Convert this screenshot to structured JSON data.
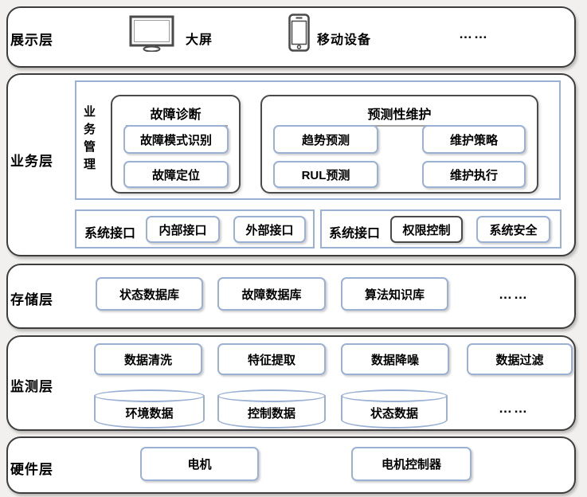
{
  "colors": {
    "layer_border": "#3d3d3d",
    "box_border": "#9bb1d4",
    "dark_box_border": "#4a4a4a",
    "group_border": "#4a4a4a",
    "underline": "#a3a3a3",
    "text": "#000000",
    "background": "#ffffff"
  },
  "ellipsis": "……",
  "layers": {
    "presentation": {
      "label": "展示层",
      "items": [
        {
          "icon": "monitor-icon",
          "label": "大屏"
        },
        {
          "icon": "smartphone-icon",
          "label": "移动设备"
        }
      ]
    },
    "business": {
      "label": "业务层",
      "management": {
        "label": "业务管理",
        "groups": [
          {
            "title": "故障诊断",
            "items": [
              "故障模式识别",
              "故障定位"
            ]
          },
          {
            "title": "预测性维护",
            "items": [
              "趋势预测",
              "维护策略",
              "RUL预测",
              "维护执行"
            ]
          }
        ]
      },
      "interfaces": [
        {
          "label": "系统接口",
          "items": [
            "内部接口",
            "外部接口"
          ]
        },
        {
          "label": "系统接口",
          "items": [
            "权限控制",
            "系统安全"
          ]
        }
      ]
    },
    "storage": {
      "label": "存储层",
      "items": [
        "状态数据库",
        "故障数据库",
        "算法知识库"
      ]
    },
    "monitoring": {
      "label": "监测层",
      "process_items": [
        "数据清洗",
        "特征提取",
        "数据降噪",
        "数据过滤"
      ],
      "data_items": [
        "环境数据",
        "控制数据",
        "状态数据"
      ]
    },
    "hardware": {
      "label": "硬件层",
      "items": [
        "电机",
        "电机控制器"
      ]
    }
  }
}
